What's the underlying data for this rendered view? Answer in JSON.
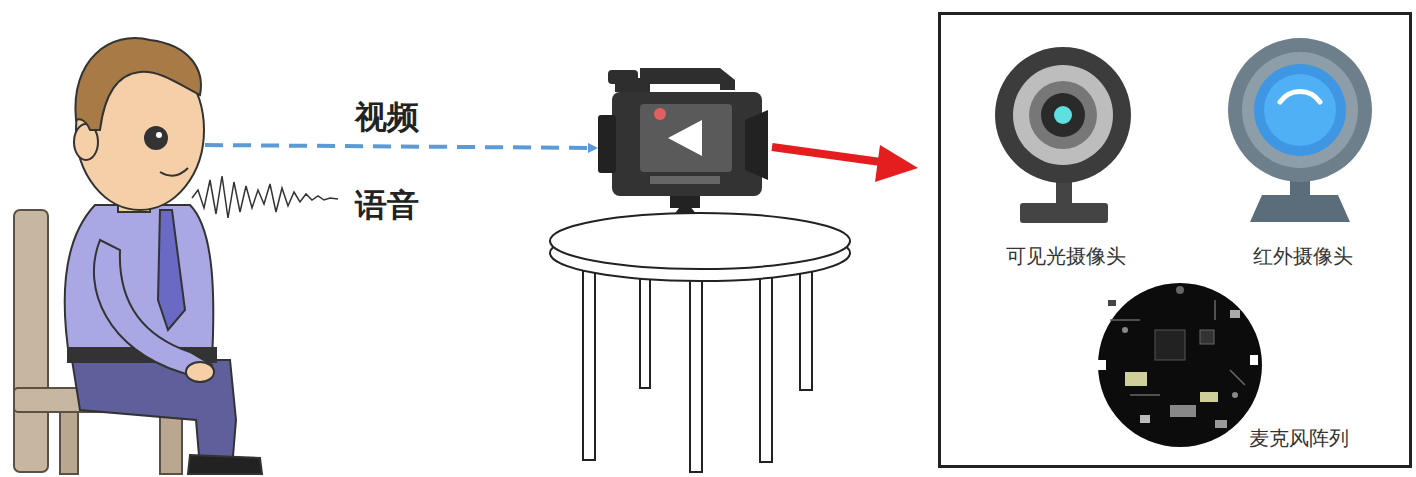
{
  "diagram": {
    "nodes": [
      {
        "text": [
          "可见光摄像头",
          "红外摄像头",
          "麦克风阵列"
        ]
      }
    ],
    "labels": [
      "视频",
      "语音"
    ]
  }
}
